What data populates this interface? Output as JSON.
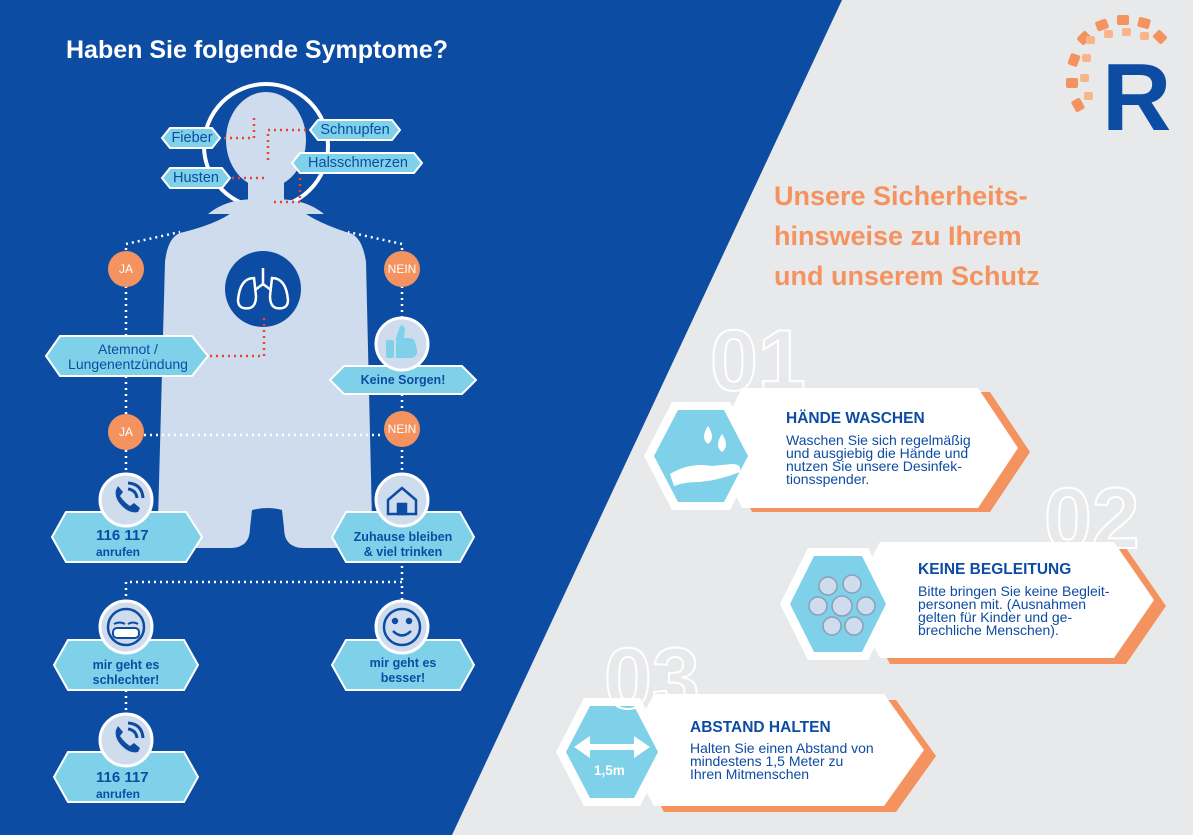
{
  "title": "Haben Sie folgende Symptome?",
  "headline": [
    "Unsere Sicherheits-",
    "hinsweise zu Ihrem",
    "und unserem Schutz"
  ],
  "symptoms": [
    "Fieber",
    "Schnupfen",
    "Halsschmerzen",
    "Husten"
  ],
  "flow": {
    "ja": "JA",
    "nein": "NEIN",
    "atemnot": [
      "Atemnot /",
      "Lungenentzündung"
    ],
    "keine_sorgen": "Keine Sorgen!",
    "phone_number": "116 117",
    "phone_action": "anrufen",
    "zuhause": [
      "Zuhause bleiben",
      "& viel trinken"
    ],
    "schlechter": [
      "mir geht es",
      "schlechter!"
    ],
    "besser": [
      "mir geht es",
      "besser!"
    ]
  },
  "cards": [
    {
      "number": "01",
      "title": "HÄNDE WASCHEN",
      "text": [
        "Waschen Sie sich regelmäßig",
        "und ausgiebig die Hände und",
        "nutzen Sie unsere Desinfek-",
        "tionsspender."
      ],
      "icon": "hand-washing-icon"
    },
    {
      "number": "02",
      "title": "KEINE BEGLEITUNG",
      "text": [
        "Bitte bringen Sie keine Begleit-",
        "personen mit. (Ausnahmen",
        "gelten für Kinder und ge-",
        "brechliche Menschen)."
      ],
      "icon": "group-people-icon"
    },
    {
      "number": "03",
      "title": "ABSTAND HALTEN",
      "text": [
        "Halten Sie einen Abstand von",
        "mindestens 1,5 Meter zu",
        "Ihren Mitmenschen"
      ],
      "icon": "distance-arrow-icon",
      "distance_label": "1,5m"
    }
  ],
  "logo_letter": "R",
  "colors": {
    "dark_blue": "#0d4ca3",
    "light_blue": "#cfdcee",
    "cyan": "#7fd1ea",
    "orange": "#f4935f",
    "grey": "#e8e9eb"
  }
}
